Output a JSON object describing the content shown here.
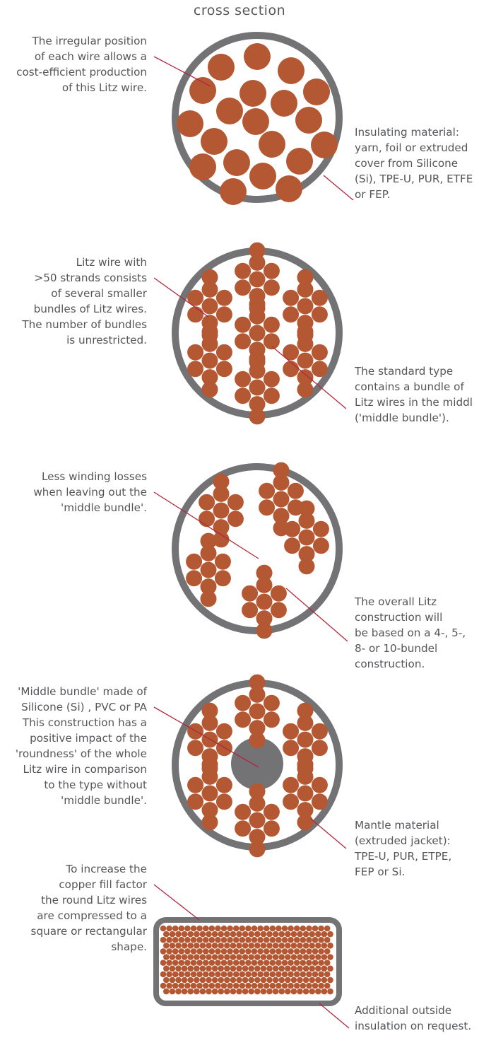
{
  "title": "cross section",
  "colors": {
    "copper": "#b45833",
    "gray": "#737376",
    "line": "#b1283f",
    "text": "#55565a"
  },
  "sections": [
    {
      "id": "irregular",
      "left_text": "The irregular position\nof each wire allows a\ncost-efficient production\nof this Litz wire.",
      "right_text": "Insulating material:\nyarn, foil or extruded\ncover from Silicone\n(Si), TPE-U, PUR, ETFE\nor FEP."
    },
    {
      "id": "standard",
      "left_text": "Litz wire with\n>50 strands consists\nof several smaller\nbundles of Litz wires.\nThe number of bundles\nis unrestricted.",
      "right_text": "The standard type\ncontains a bundle of\nLitz wires in the middl\n('middle bundle')."
    },
    {
      "id": "no-middle",
      "left_text": "Less winding losses\nwhen leaving out the\n'middle bundle'.",
      "right_text": "The overall Litz\nconstruction will\nbe based on a 4-, 5-,\n8- or 10-bundel\nconstruction."
    },
    {
      "id": "filler",
      "left_text": "'Middle bundle' made of\nSilicone (Si) , PVC or PA\nThis construction has a\npositive impact of the\n'roundness' of the whole\nLitz wire in comparison\nto the type without\n'middle bundle'.",
      "right_text": "Mantle material\n(extruded jacket):\nTPE-U, PUR, ETPE,\nFEP or Si."
    },
    {
      "id": "compressed",
      "left_text": "To increase the\ncopper fill factor\nthe round Litz wires\nare compressed to a\nsquare or rectangular\nshape.",
      "right_text": "Additional outside\ninsulation on request."
    }
  ]
}
